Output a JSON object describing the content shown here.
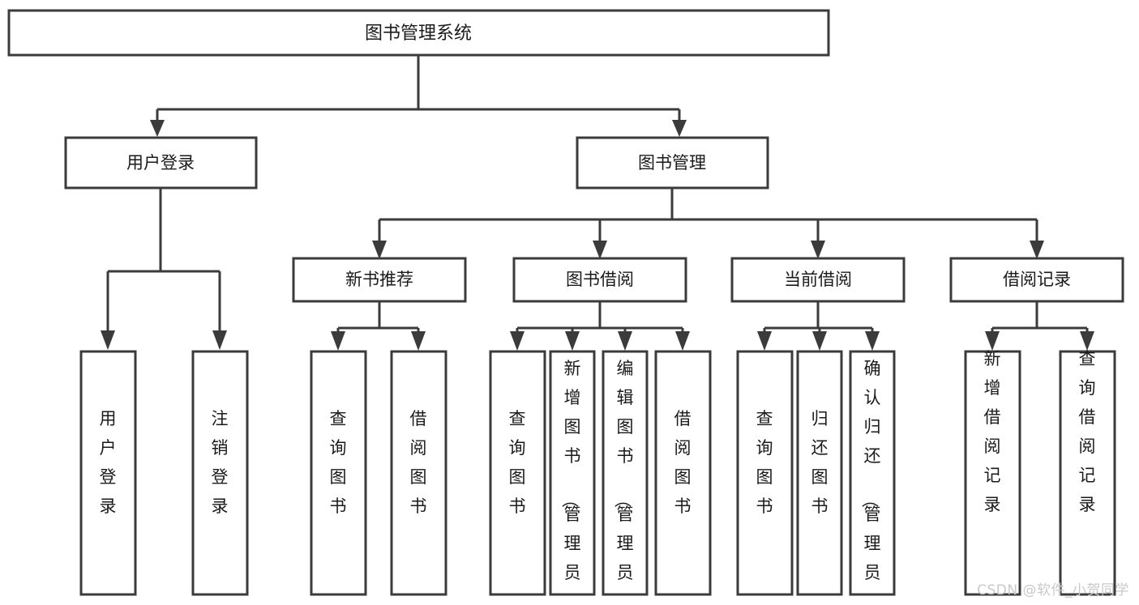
{
  "diagram": {
    "type": "tree",
    "title": "图书管理系统",
    "orientation": "top-down",
    "colors": {
      "background": "#ffffff",
      "stroke": "#3b3b3b",
      "box_fill": "#ffffff",
      "text": "#1a1a1a",
      "watermark": "#c9c9c9"
    },
    "root": {
      "label": "图书管理系统"
    },
    "level2": [
      {
        "label": "用户登录"
      },
      {
        "label": "图书管理"
      }
    ],
    "level3": [
      {
        "label": "新书推荐"
      },
      {
        "label": "图书借阅"
      },
      {
        "label": "当前借阅"
      },
      {
        "label": "借阅记录"
      }
    ],
    "leaves": {
      "user_login": [
        {
          "label": "用户登录"
        },
        {
          "label": "注销登录"
        }
      ],
      "new_book_recommend": [
        {
          "label": "查询图书"
        },
        {
          "label": "借阅图书"
        }
      ],
      "book_borrow": [
        {
          "label": "查询图书"
        },
        {
          "label": "新增图书（管理员）"
        },
        {
          "label": "编辑图书（管理员）"
        },
        {
          "label": "借阅图书"
        }
      ],
      "current_borrow": [
        {
          "label": "查询图书"
        },
        {
          "label": "归还图书"
        },
        {
          "label": "确认归还（管理员）"
        }
      ],
      "borrow_records": [
        {
          "label": "新增借阅记录"
        },
        {
          "label": "查询借阅记录"
        }
      ]
    }
  },
  "watermark": {
    "text": "CSDN @软件_小贺同学"
  }
}
